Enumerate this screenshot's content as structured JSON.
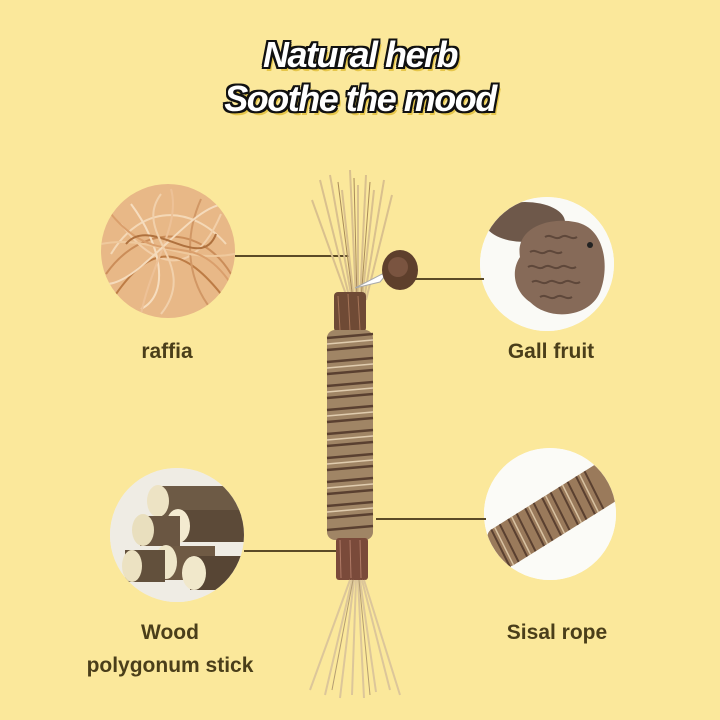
{
  "header": {
    "line1": "Natural herb",
    "line2": "Soothe the mood"
  },
  "components": [
    {
      "id": "raffia",
      "label": "raffia"
    },
    {
      "id": "gall-fruit",
      "label": "Gall fruit"
    },
    {
      "id": "wood",
      "label_line1": "Wood",
      "label_line2": "polygonum stick"
    },
    {
      "id": "sisal",
      "label": "Sisal rope"
    }
  ],
  "colors": {
    "background": "#fbe89b",
    "label_text": "#4a3e1a",
    "title_fill": "#ffffff",
    "title_outline": "#111111"
  }
}
